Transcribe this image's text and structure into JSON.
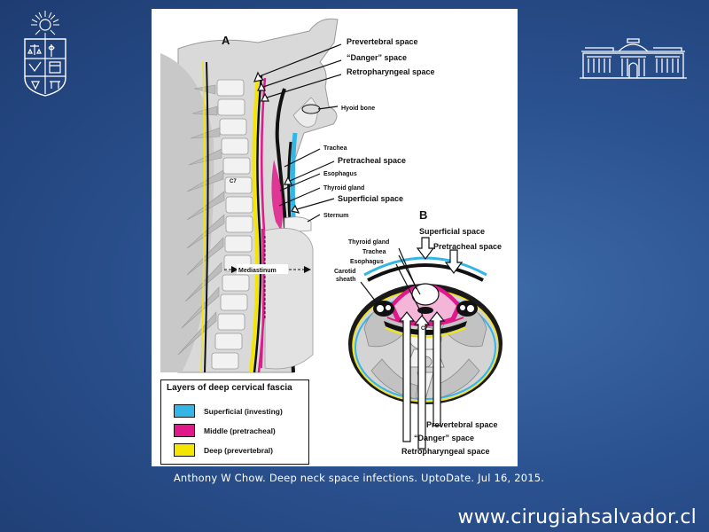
{
  "figure": {
    "panel_a_label": "A",
    "panel_b_label": "B",
    "labels_a": {
      "prevertebral": "Prevertebral space",
      "danger": "“Danger” space",
      "retropharyngeal": "Retropharyngeal space",
      "hyoid": "Hyoid bone",
      "trachea": "Trachea",
      "pretracheal": "Pretracheal space",
      "esophagus": "Esophagus",
      "thyroid": "Thyroid gland",
      "superficial": "Superficial space",
      "sternum": "Sternum",
      "c7": "C7",
      "mediastinum": "Mediastinum"
    },
    "labels_b": {
      "superficial": "Superficial space",
      "thyroid": "Thyroid gland",
      "pretracheal": "Pretracheal space",
      "trachea": "Trachea",
      "esophagus": "Esophagus",
      "carotid1": "Carotid",
      "carotid2": "sheath",
      "c7": "C7",
      "prevertebral": "Prevertebral space",
      "danger": "“Danger” space",
      "retropharyngeal": "Retropharyngeal space"
    }
  },
  "legend": {
    "title": "Layers of deep cervical fascia",
    "items": [
      {
        "label": "Superficial (investing)",
        "color": "#33b5e5"
      },
      {
        "label": "Middle (pretracheal)",
        "color": "#e0198a"
      },
      {
        "label": "Deep (prevertebral)",
        "color": "#f5e600"
      }
    ]
  },
  "citation": "Anthony W Chow. Deep neck space infections. UptoDate. Jul 16, 2015.",
  "website": "www.cirugiahsalvador.cl",
  "icons": {
    "left_logo": "university-seal-icon",
    "right_logo": "hospital-building-icon"
  }
}
